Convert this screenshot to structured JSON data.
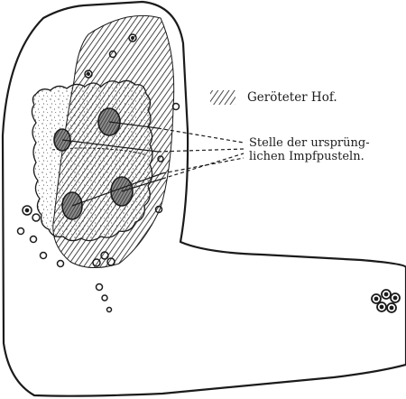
{
  "legend": {
    "swatch_meaning": "Geröteter Hof."
  },
  "annotation": {
    "line1": "Stelle der ursprüng-",
    "line2": "lichen Impfpusteln."
  },
  "colors": {
    "ink": "#1b1b1b",
    "paper": "#ffffff",
    "spot_fill": "#3a3a3a"
  }
}
